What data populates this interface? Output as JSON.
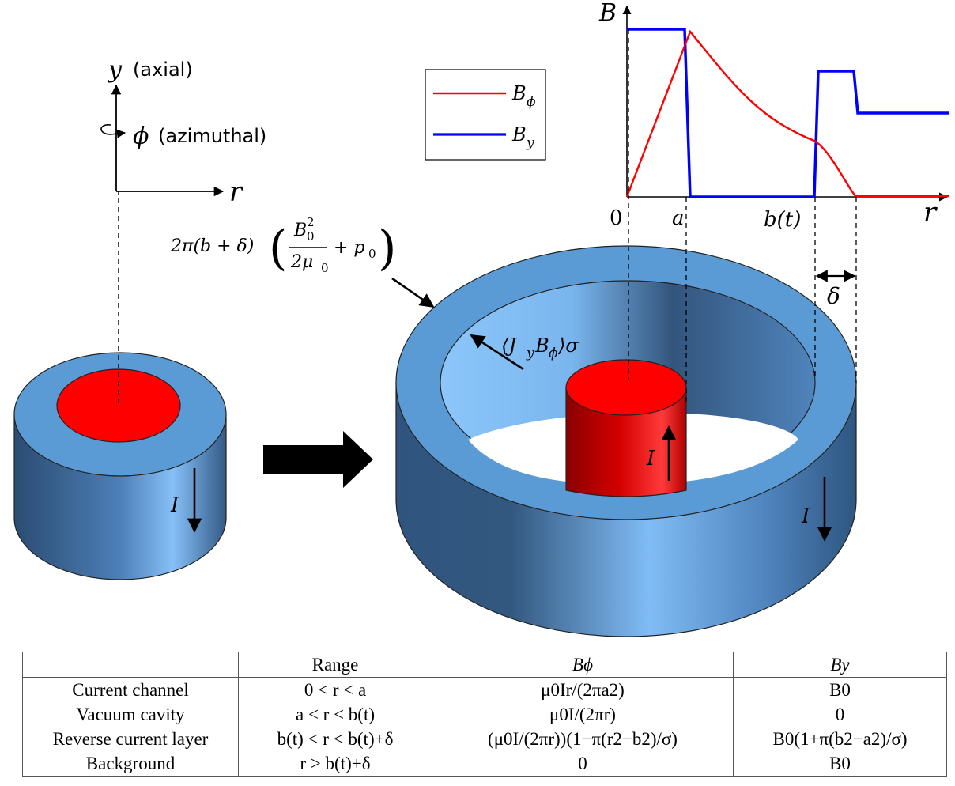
{
  "axes_small": {
    "y_label": "y",
    "y_note": "(axial)",
    "phi_label": "ϕ",
    "phi_note": "(azimuthal)",
    "r_label": "r"
  },
  "pressure_force": {
    "prefix": "2π(b + δ)",
    "numerator": "B",
    "numerator_sup": "2",
    "numerator_sub": "0",
    "denominator": "2μ",
    "denominator_sub": "0",
    "plus": "+ p",
    "plus_sub": "0"
  },
  "jxb_label": {
    "open": "⟨J",
    "sub1": "y",
    "mid": "B",
    "sub2": "ϕ",
    "close": "⟩σ"
  },
  "current_label": "I",
  "delta_label": "δ",
  "legend": {
    "entries": [
      {
        "label": "B",
        "sub": "ϕ",
        "color": "#ff0000"
      },
      {
        "label": "B",
        "sub": "y",
        "color": "#0000ff"
      }
    ]
  },
  "profile_plot": {
    "y_axis_label": "B",
    "x_axis_label": "r",
    "x_ticks": [
      "0",
      "a",
      "b(t)"
    ]
  },
  "colors": {
    "channel_red": "#ff0000",
    "shell_blue": "#5b9bd5",
    "b_phi_line": "#ff0000",
    "b_y_line": "#0000ff"
  },
  "table": {
    "headers": [
      "",
      "Range",
      "Bϕ",
      "By"
    ],
    "rows": [
      [
        "Current channel",
        "0 < r < a",
        "μ0Ir/(2πa2)",
        "B0"
      ],
      [
        "Vacuum cavity",
        "a < r < b(t)",
        "μ0I/(2πr)",
        "0"
      ],
      [
        "Reverse current layer",
        "b(t) < r < b(t)+δ",
        "(μ0I/(2πr))(1−π(r2−b2)/σ)",
        "B0(1+π(b2−a2)/σ)"
      ],
      [
        "Background",
        "r > b(t)+δ",
        "0",
        "B0"
      ]
    ]
  }
}
